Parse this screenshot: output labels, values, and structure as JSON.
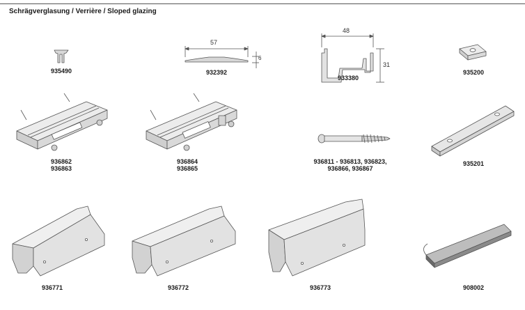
{
  "header": {
    "title": "Schrägverglasung / Verrière / Sloped glazing"
  },
  "parts": {
    "p935490": {
      "code": "935490"
    },
    "p932392": {
      "code": "932392",
      "dim_width": "57",
      "dim_height": "6"
    },
    "p933380": {
      "code": "933380",
      "dim_width": "48",
      "dim_height": "31"
    },
    "p935200": {
      "code": "935200"
    },
    "p936862": {
      "code_line1": "936862",
      "code_line2": "936863"
    },
    "p936864": {
      "code_line1": "936864",
      "code_line2": "936865"
    },
    "p936811": {
      "code_line1": "936811 - 936813, 936823,",
      "code_line2": "936866, 936867"
    },
    "p935201": {
      "code": "935201"
    },
    "p936771": {
      "code": "936771"
    },
    "p936772": {
      "code": "936772"
    },
    "p936773": {
      "code": "936773"
    },
    "p908002": {
      "code": "908002"
    }
  },
  "colors": {
    "line": "#555555",
    "part_fill": "#e4e4e4",
    "part_shade": "#c8c8c8",
    "tape_dark": "#6a6a6a"
  }
}
